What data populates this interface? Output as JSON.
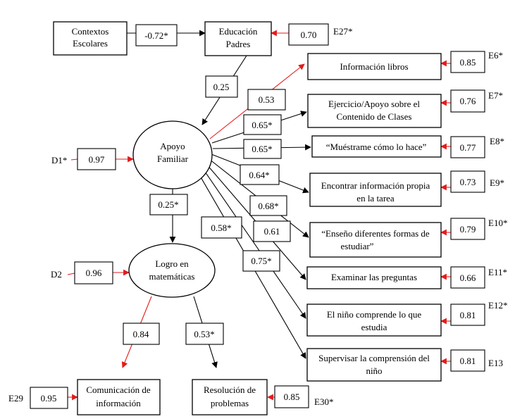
{
  "nodes": {
    "contextos": [
      "Contextos",
      "Escolares"
    ],
    "educacion": [
      "Educación",
      "Padres"
    ],
    "apoyo": [
      "Apoyo",
      "Familiar"
    ],
    "logro": [
      "Logro en",
      "matemáticas"
    ],
    "e6": [
      "Información libros"
    ],
    "e7": [
      "Ejercicio/Apoyo sobre el",
      "Contenido de Clases"
    ],
    "e8": [
      "“Muéstrame cómo lo hace”"
    ],
    "e9": [
      "Encontrar información propia",
      "en la tarea"
    ],
    "e10": [
      "“Enseño diferentes formas de",
      "estudiar”"
    ],
    "e11": [
      "Examinar las preguntas"
    ],
    "e12": [
      "El niño comprende lo que",
      "estudia"
    ],
    "e13": [
      "Supervisar la comprensión del",
      "niño"
    ],
    "comunicacion": [
      "Comunicación de",
      "información"
    ],
    "resolucion": [
      "Resolución de",
      "problemas"
    ]
  },
  "coefficients": {
    "contextos_educacion": "-0.72*",
    "educacion_apoyo": "0.25",
    "apoyo_logro": "0.25*",
    "apoyo_e6": "0.53",
    "apoyo_e7": "0.65*",
    "apoyo_e8": "0.65*",
    "apoyo_e9": "0.64*",
    "apoyo_e10": "0.68*",
    "apoyo_e11": "0.61",
    "apoyo_e12": "0.75*",
    "apoyo_e13": "0.58*",
    "logro_comunicacion": "0.84",
    "logro_resolucion": "0.53*"
  },
  "errors": {
    "e27": {
      "value": "0.70",
      "label": "E27*"
    },
    "e6": {
      "value": "0.85",
      "label": "E6*"
    },
    "e7": {
      "value": "0.76",
      "label": "E7*"
    },
    "e8": {
      "value": "0.77",
      "label": "E8*"
    },
    "e9": {
      "value": "0.73",
      "label": "E9*"
    },
    "e10": {
      "value": "0.79",
      "label": "E10*"
    },
    "e11": {
      "value": "0.66",
      "label": "E11*"
    },
    "e12": {
      "value": "0.81",
      "label": "E12*"
    },
    "e13": {
      "value": "0.81",
      "label": "E13"
    },
    "d1": {
      "value": "0.97",
      "label": "D1*"
    },
    "d2": {
      "value": "0.96",
      "label": "D2"
    },
    "e29": {
      "value": "0.95",
      "label": "E29"
    },
    "e30": {
      "value": "0.85",
      "label": "E30*"
    }
  },
  "colors": {
    "path": "#000000",
    "error_path": "#e31b1b"
  }
}
